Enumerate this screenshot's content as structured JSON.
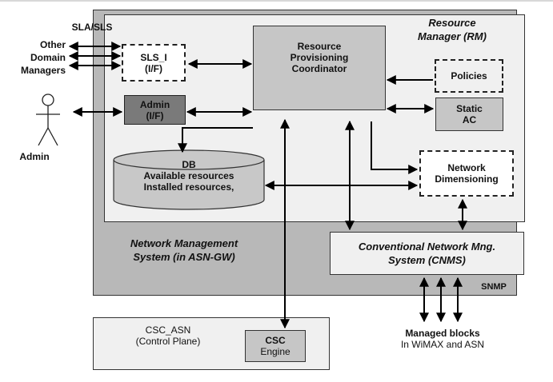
{
  "rm": {
    "title_line1": "Resource",
    "title_line2": "Manager (RM)"
  },
  "rpc": {
    "line1": "Resource",
    "line2": "Provisioning",
    "line3": "Coordinator"
  },
  "sls_if": {
    "line1": "SLS_I",
    "line2": "(I/F)"
  },
  "admin_if": {
    "line1": "Admin",
    "line2": "(I/F)"
  },
  "policies": "Policies",
  "static_ac": {
    "line1": "Static",
    "line2": "AC"
  },
  "db": {
    "line1": "DB",
    "line2": "Available resources",
    "line3": "Installed resources,"
  },
  "net_dim": {
    "line1": "Network",
    "line2": "Dimensioning"
  },
  "nms": {
    "line1": "Network Management",
    "line2": "System (in ASN-GW)"
  },
  "cnms": {
    "line1": "Conventional Network Mng.",
    "line2": "System (CNMS)"
  },
  "snmp": "SNMP",
  "sla_sls": "SLA/SLS",
  "other_domain": {
    "line1": "Other",
    "line2": "Domain",
    "line3": "Managers"
  },
  "admin_actor": "Admin",
  "csc_asn": {
    "line1": "CSC_ASN",
    "line2": "(Control Plane)"
  },
  "csc_engine": {
    "line1": "CSC",
    "line2": "Engine"
  },
  "managed": {
    "line1": "Managed blocks",
    "line2": "In WiMAX and ASN"
  },
  "colors": {
    "outer": "#b8b8b8",
    "inner": "#f0f0f0",
    "rpc": "#c6c6c6",
    "admin_if": "#7a7a7a",
    "static_ac": "#c6c6c6",
    "db": "#c8c8c8"
  }
}
